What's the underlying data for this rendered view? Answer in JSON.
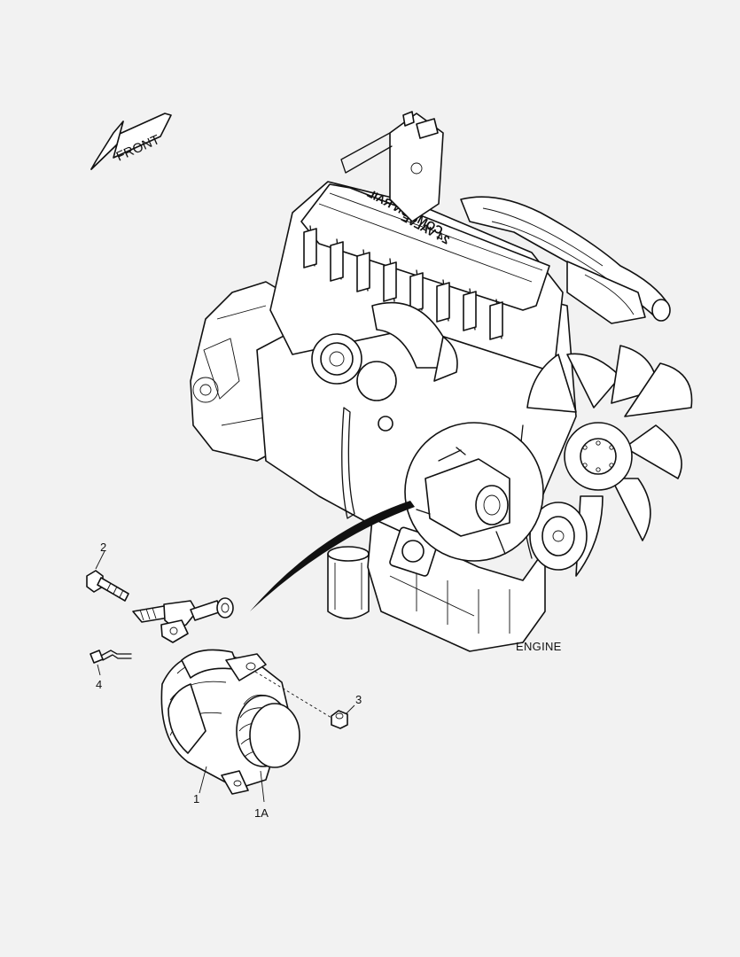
{
  "diagram": {
    "front_arrow_text": "FRONT",
    "engine_label": "ENGINE",
    "valve_cover_text": "24 VALVE",
    "valve_cover_text2": "COMMON RAIL",
    "callouts": {
      "alternator": "1",
      "pulley": "1A",
      "bolt": "2",
      "nut": "3",
      "fitting": "4"
    }
  }
}
